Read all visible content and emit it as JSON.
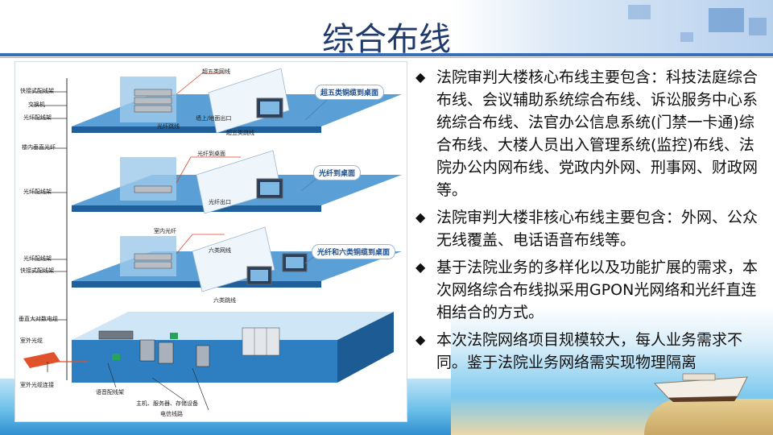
{
  "slide": {
    "title": "综合布线"
  },
  "diagram": {
    "callouts": [
      "超五类铜缆到桌面",
      "光纤到桌面",
      "光纤和六类铜缆到桌面"
    ],
    "labels": {
      "fast_patch_panel_1": "快接式配线架",
      "switch": "交换机",
      "fiber_panel_1": "光纤配线架",
      "vertical_fiber": "楼内垂直光纤",
      "fiber_panel_2": "光纤配线架",
      "fiber_panel_3": "光纤配线架",
      "fast_patch_panel_2": "快接式配线架",
      "vertical_cable": "垂直大对数电缆",
      "outdoor_fiber": "室外光缆",
      "outdoor_fiber_conn": "室外光缆连接",
      "cat5_net": "超五类网线",
      "wall_outlet": "墙上/地面出口",
      "fiber_jumper": "光纤跳线",
      "cat5_jumper": "超五类跳线",
      "fiber_to_desk": "光纤到桌面",
      "fiber_outlet": "光纤出口",
      "indoor_fiber": "室内光纤",
      "cat6_net": "六类网线",
      "cat6_jumper": "六类跳线",
      "voice_panel": "语音配线架",
      "host_servers": "主机、服务器、存储设备",
      "telecom_line": "电信线路"
    }
  },
  "bullets": [
    "法院审判大楼核心布线主要包含：科技法庭综合布线、会议辅助系统综合布线、诉讼服务中心系统综合布线、法官办公信息系统(门禁一卡通)综合布线、大楼人员出入管理系统(监控)布线、法院办公内网布线、党政内外网、刑事网、财政网等。",
    "法院审判大楼非核心布线主要包含：外网、公众无线覆盖、电话语音布线等。",
    "基于法院业务的多样化以及功能扩展的需求，本次网络综合布线拟采用GPON光网络和光纤直连相结合的方式。",
    "本次法院网络项目规模较大，每人业务需求不同。鉴于法院业务网络需实现物理隔离"
  ],
  "bullet_marker": "◆",
  "colors": {
    "title": "#1f3a6b",
    "rule": "#3a6fb8",
    "floor_top": "#3d8fd0",
    "floor_side": "#1f5f9c"
  },
  "icons": [
    "diamond-bullet-icon",
    "boat-icon",
    "monitor-icon",
    "rack-icon",
    "switch-icon"
  ]
}
